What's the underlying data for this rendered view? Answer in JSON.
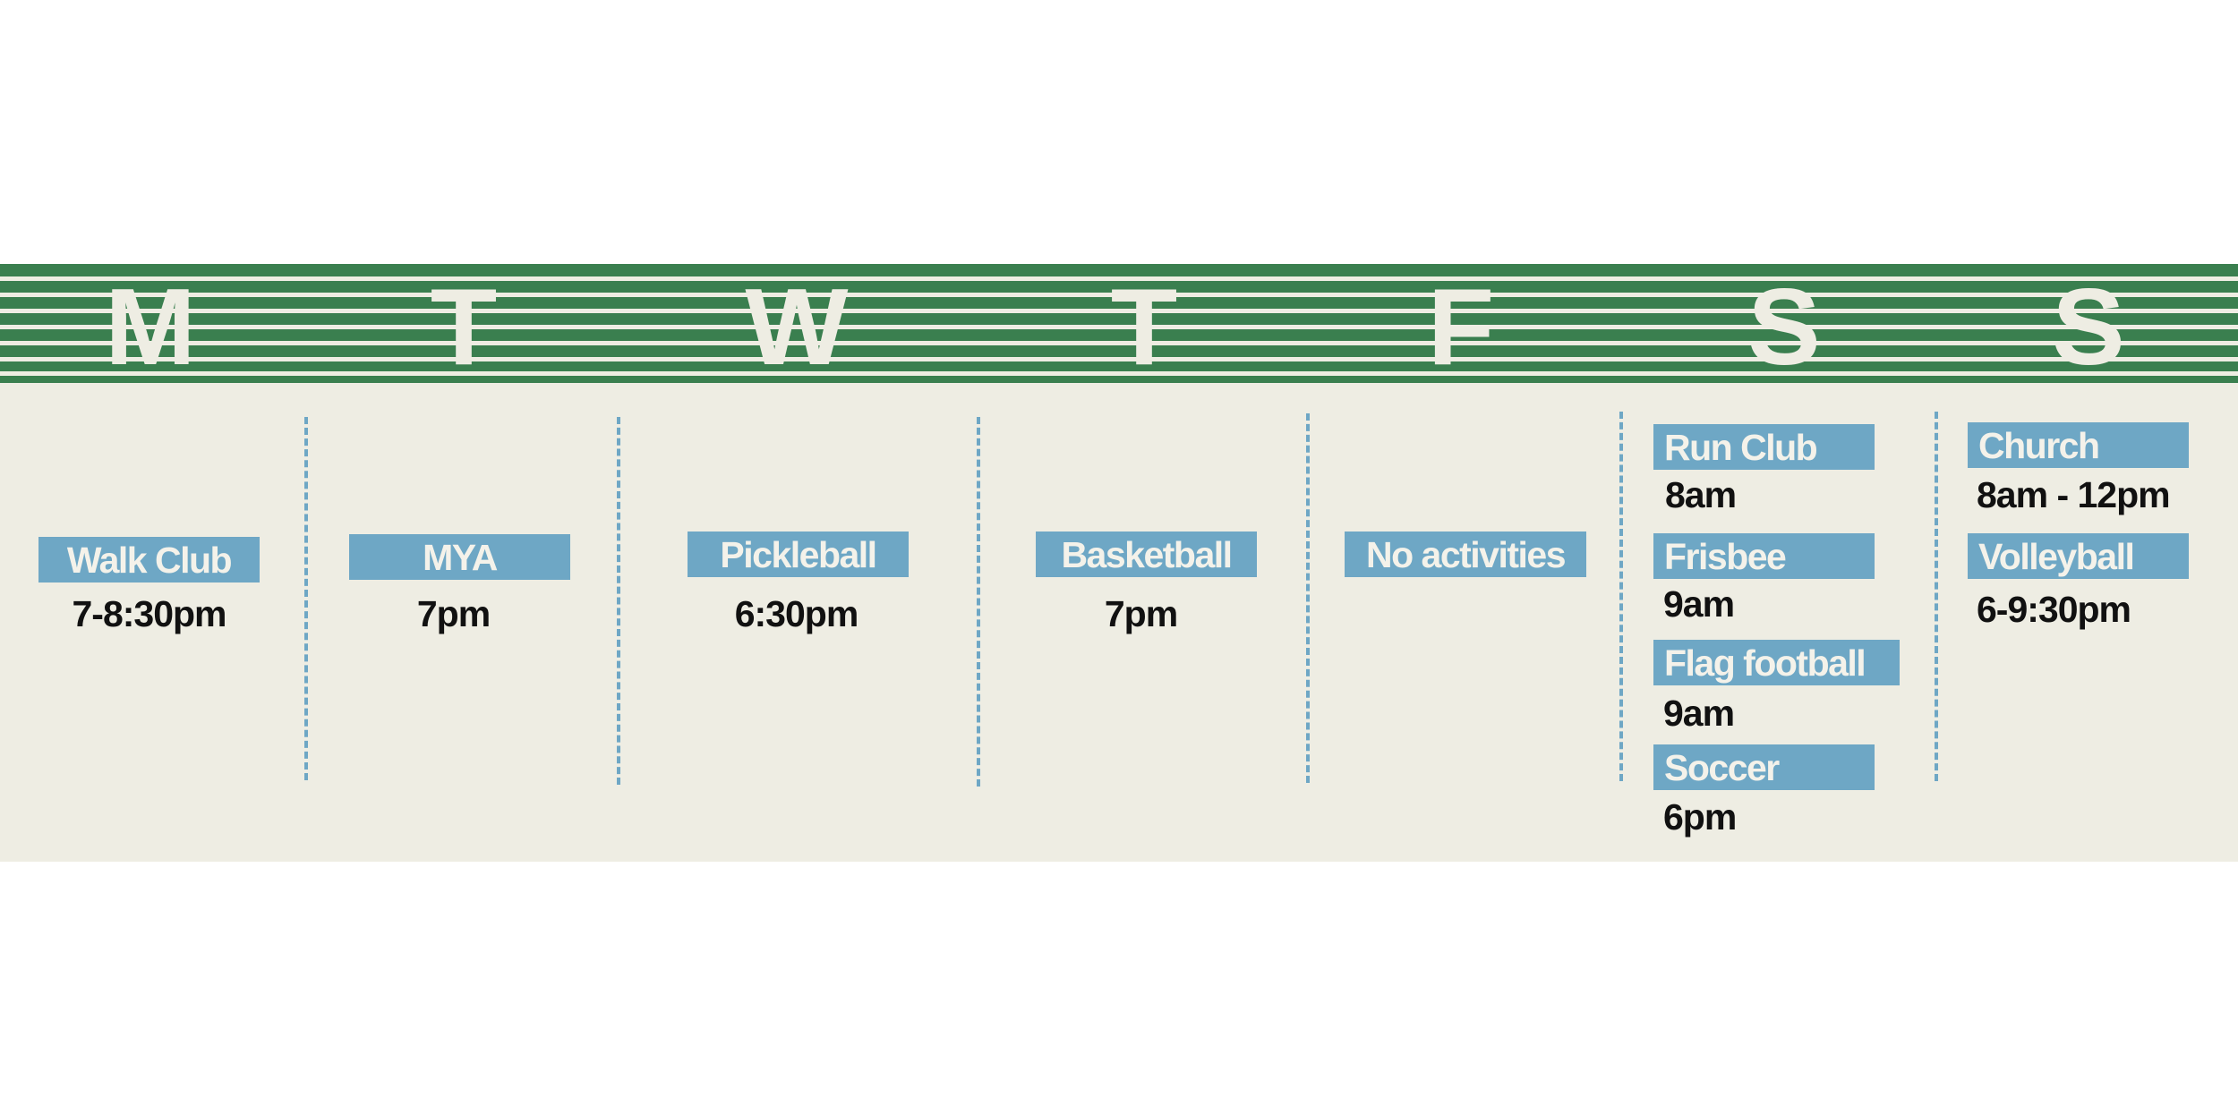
{
  "days": [
    "M",
    "T",
    "W",
    "T",
    "F",
    "S",
    "S"
  ],
  "colors": {
    "header_green": "#3a7f4f",
    "stripe": "#eeede3",
    "background": "#eeede3",
    "label_blue": "#6ea7c5",
    "label_text": "#f4f2ea",
    "time_text": "#111111"
  },
  "schedule": {
    "monday": [
      {
        "activity": "Walk Club",
        "time": "7-8:30pm"
      }
    ],
    "tuesday": [
      {
        "activity": "MYA",
        "time": "7pm"
      }
    ],
    "wednesday": [
      {
        "activity": "Pickleball",
        "time": "6:30pm"
      }
    ],
    "thursday": [
      {
        "activity": "Basketball",
        "time": "7pm"
      }
    ],
    "friday": [
      {
        "activity": "No activities",
        "time": ""
      }
    ],
    "saturday": [
      {
        "activity": "Run Club",
        "time": "8am"
      },
      {
        "activity": "Frisbee",
        "time": "9am"
      },
      {
        "activity": "Flag football",
        "time": "9am"
      },
      {
        "activity": "Soccer",
        "time": "6pm"
      }
    ],
    "sunday": [
      {
        "activity": "Church",
        "time": "8am - 12pm"
      },
      {
        "activity": "Volleyball",
        "time": "6-9:30pm"
      }
    ]
  }
}
